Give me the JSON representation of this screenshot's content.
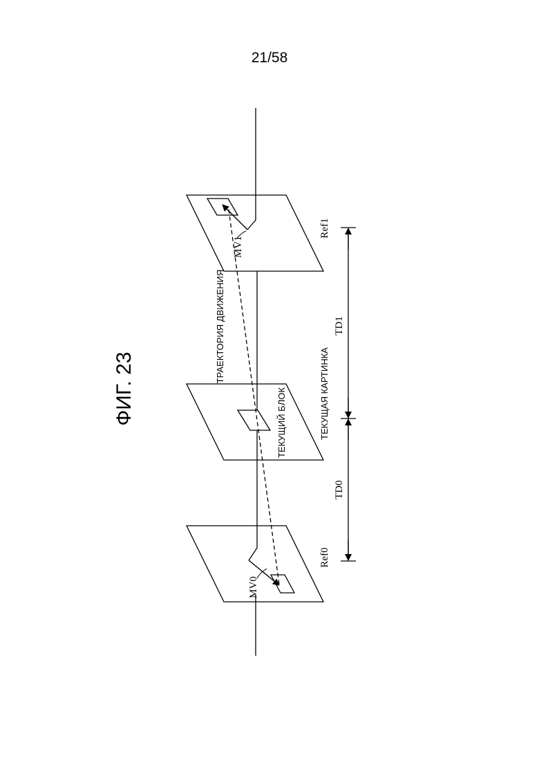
{
  "page_number": "21/58",
  "figure_title": "ФИГ. 23",
  "labels": {
    "motion_trajectory": "ТРАЕКТОРИЯ ДВИЖЕНИЯ",
    "current_picture": "ТЕКУЩАЯ КАРТИНКА",
    "current_block": "ТЕКУЩИЙ БЛОК",
    "ref0": "Ref0",
    "ref1": "Ref1",
    "mv0": "MV0",
    "mv1": "MV1",
    "td0": "TD0",
    "td1": "TD1"
  }
}
